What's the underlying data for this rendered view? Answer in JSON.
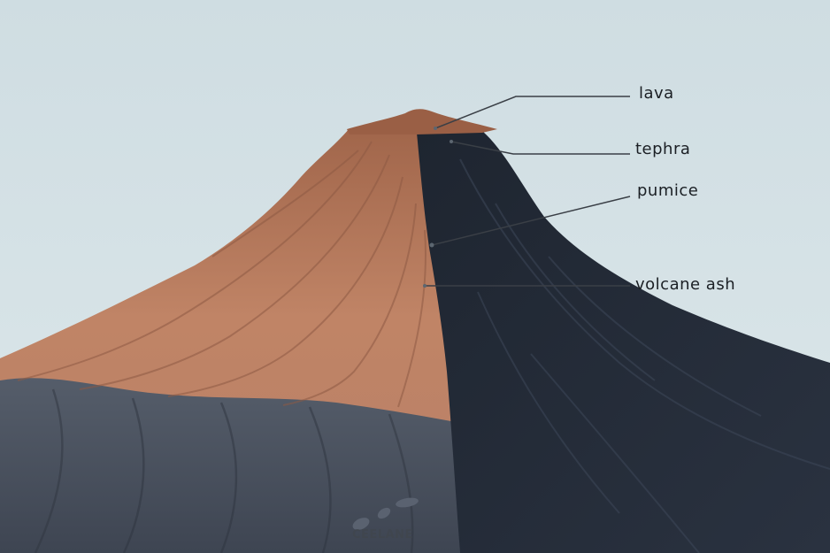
{
  "diagram": {
    "labels": {
      "lava": "lava",
      "tephra": "tephra",
      "pumice": "pumice",
      "volcanic_ash": "volcane ash"
    },
    "wordmark": "CEELANE"
  },
  "colors": {
    "sky": "#d6e2e6",
    "lit_slope": "#b97c5f",
    "shadow_slope": "#232a36",
    "lower_slope": "#4a5260",
    "leader_line": "#3a3f46"
  }
}
